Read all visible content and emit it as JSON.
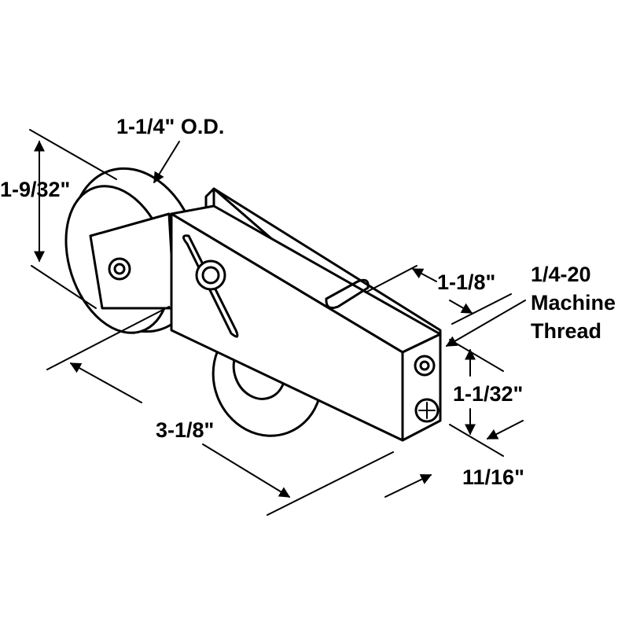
{
  "dimensions": {
    "wheel_od": "1-1/4\" O.D.",
    "wheel_height": "1-9/32\"",
    "bracket_height": "1-1/8\"",
    "thread_size": "1/4-20",
    "thread_word1": "Machine",
    "thread_word2": "Thread",
    "end_height": "1-1/32\"",
    "overall_length": "3-1/8\"",
    "end_width": "11/16\""
  },
  "colors": {
    "ink": "#000000",
    "background": "#ffffff"
  }
}
